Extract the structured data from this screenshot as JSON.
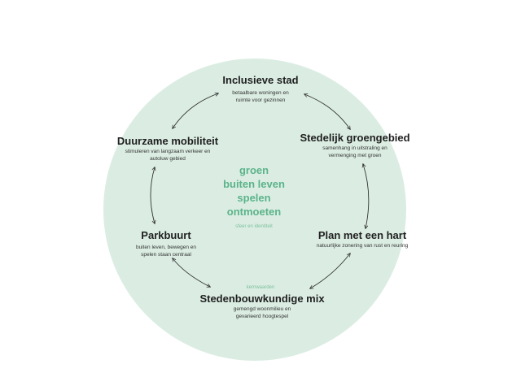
{
  "nodes": {
    "inclusieve_stad": {
      "title": "Inclusieve stad",
      "desc": "betaalbare woningen en ruimte voor gezinnen"
    },
    "stedelijk_groengebied": {
      "title": "Stedelijk groengebied",
      "desc": "samenhang in uitstraling en vermenging met groen"
    },
    "plan_met_een_hart": {
      "title": "Plan met een hart",
      "desc": "natuurlijke zonering van rust en reuring"
    },
    "stedenbouwkundige_mix": {
      "title": "Stedenbouwkundige mix",
      "desc": "gemengd woonmilieu en gevarieerd hoogtespel"
    },
    "parkbuurt": {
      "title": "Parkbuurt",
      "desc": "buiten leven, bewegen en spelen staan centraal"
    },
    "duurzame_mobiliteit": {
      "title": "Duurzame mobiliteit",
      "desc": "stimuleren van langzaam verkeer en autoluw gebied"
    }
  },
  "center": {
    "words": [
      "groen",
      "buiten leven",
      "spelen",
      "ontmoeten"
    ],
    "caption": "sfeer en identiteit"
  },
  "kernwaarden_label": "kernwaarden",
  "colors": {
    "circle_fill": "#dbede3",
    "accent_green": "#5bb389",
    "text": "#1f1f1f"
  }
}
